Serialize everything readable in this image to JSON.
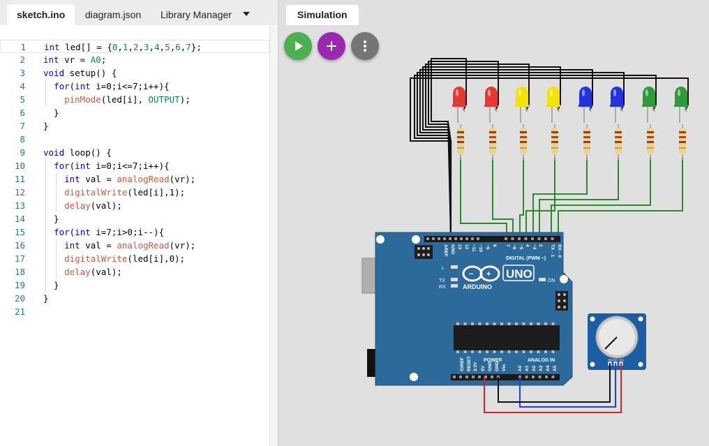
{
  "editor": {
    "tabs": [
      {
        "label": "sketch.ino"
      },
      {
        "label": "diagram.json"
      },
      {
        "label": "Library Manager"
      }
    ],
    "lines": [
      {
        "num": "1",
        "tokens": [
          [
            "kw",
            "int"
          ],
          [
            "",
            "led[] = {"
          ],
          [
            "cn",
            "0"
          ],
          [
            "",
            ","
          ],
          [
            "cn",
            "1"
          ],
          [
            "",
            ","
          ],
          [
            "cn",
            "2"
          ],
          [
            "",
            ","
          ],
          [
            "cn",
            "3"
          ],
          [
            "",
            ","
          ],
          [
            "cn",
            "4"
          ],
          [
            "",
            ","
          ],
          [
            "cn",
            "5"
          ],
          [
            "",
            ","
          ],
          [
            "cn",
            "6"
          ],
          [
            "",
            ","
          ],
          [
            "cn",
            "7"
          ],
          [
            "",
            "};"
          ]
        ]
      },
      {
        "num": "2",
        "tokens": [
          [
            "kw",
            "int"
          ],
          [
            "",
            "vr = "
          ],
          [
            "cn",
            "A0"
          ],
          [
            "",
            ";"
          ]
        ]
      },
      {
        "num": "3",
        "tokens": [
          [
            "kw",
            "void"
          ],
          [
            "",
            " setup() {"
          ]
        ]
      },
      {
        "num": "4",
        "tokens": [
          [
            "",
            "  "
          ],
          [
            "kw",
            "for"
          ],
          [
            "",
            "("
          ],
          [
            "kw",
            "int"
          ],
          [
            "",
            " i=0;i<=7;i++){"
          ]
        ]
      },
      {
        "num": "5",
        "tokens": [
          [
            "",
            "    "
          ],
          [
            "fn",
            "pinMode"
          ],
          [
            "",
            "(led[i], "
          ],
          [
            "cn",
            "OUTPUT"
          ],
          [
            "",
            ");"
          ]
        ]
      },
      {
        "num": "6",
        "tokens": [
          [
            "",
            "  }"
          ]
        ]
      },
      {
        "num": "7",
        "tokens": [
          [
            "",
            "}"
          ]
        ]
      },
      {
        "num": "8",
        "tokens": []
      },
      {
        "num": "9",
        "tokens": [
          [
            "kw",
            "void"
          ],
          [
            "",
            " loop() {"
          ]
        ]
      },
      {
        "num": "10",
        "tokens": [
          [
            "",
            "  "
          ],
          [
            "kw",
            "for"
          ],
          [
            "",
            "("
          ],
          [
            "kw",
            "int"
          ],
          [
            "",
            " i=0;i<=7;i++){"
          ]
        ]
      },
      {
        "num": "11",
        "tokens": [
          [
            "",
            "    "
          ],
          [
            "kw",
            "int"
          ],
          [
            "",
            " val = "
          ],
          [
            "fn",
            "analogRead"
          ],
          [
            "",
            "(vr);"
          ]
        ]
      },
      {
        "num": "12",
        "tokens": [
          [
            "",
            "    "
          ],
          [
            "fn",
            "digitalWrite"
          ],
          [
            "",
            "(led[i],1);"
          ]
        ]
      },
      {
        "num": "13",
        "tokens": [
          [
            "",
            "    "
          ],
          [
            "fn",
            "delay"
          ],
          [
            "",
            "(val);"
          ]
        ]
      },
      {
        "num": "14",
        "tokens": [
          [
            "",
            "  }"
          ]
        ]
      },
      {
        "num": "15",
        "tokens": [
          [
            "",
            "  "
          ],
          [
            "kw",
            "for"
          ],
          [
            "",
            "("
          ],
          [
            "kw",
            "int"
          ],
          [
            "",
            " i=7;i>0;i--){"
          ]
        ]
      },
      {
        "num": "16",
        "tokens": [
          [
            "",
            "    "
          ],
          [
            "kw",
            "int"
          ],
          [
            "",
            " val = "
          ],
          [
            "fn",
            "analogRead"
          ],
          [
            "",
            "(vr);"
          ]
        ]
      },
      {
        "num": "17",
        "tokens": [
          [
            "",
            "    "
          ],
          [
            "fn",
            "digitalWrite"
          ],
          [
            "",
            "(led[i],0);"
          ]
        ]
      },
      {
        "num": "18",
        "tokens": [
          [
            "",
            "    "
          ],
          [
            "fn",
            "delay"
          ],
          [
            "",
            "(val);"
          ]
        ]
      },
      {
        "num": "19",
        "tokens": [
          [
            "",
            "  }"
          ]
        ]
      },
      {
        "num": "20",
        "tokens": [
          [
            "",
            "}"
          ]
        ]
      },
      {
        "num": "21",
        "tokens": []
      }
    ]
  },
  "simulation": {
    "tab_label": "Simulation",
    "buttons": {
      "start": "play-icon",
      "add": "plus-icon",
      "more": "more-vertical-icon"
    },
    "board": {
      "logo_text": "ARDUINO",
      "model": "UNO",
      "digital_label": "DIGITAL (PWM ~)",
      "power_label": "POWER",
      "analog_label": "ANALOG IN",
      "led_labels": {
        "l": "L",
        "tx": "TX",
        "rx": "RX",
        "on": "ON"
      },
      "top_pins": [
        "AREF",
        "GND",
        "13",
        "12",
        "~11",
        "~10",
        "~9",
        "8",
        "7",
        "~6",
        "~5",
        "4",
        "~3",
        "2",
        "TX→1",
        "RX←0"
      ],
      "power_pins": [
        "IOREF",
        "RESET",
        "3.3V",
        "5V",
        "GND",
        "GND",
        "Vin"
      ],
      "analog_pins": [
        "A0",
        "A1",
        "A2",
        "A3",
        "A4",
        "A5"
      ]
    },
    "leds": [
      "red",
      "red",
      "yellow",
      "yellow",
      "blue",
      "blue",
      "green",
      "green"
    ],
    "led_colors": {
      "red": "#e53935",
      "yellow": "#f4e300",
      "blue": "#2233dd",
      "green": "#2e9a3a"
    },
    "potentiometer_pins": [
      "GND",
      "SIG",
      "VCC"
    ],
    "colors": {
      "board": "#2b6a9a",
      "wire_green": "#2a8a2a",
      "wire_black": "#111111",
      "wire_red": "#e02020",
      "wire_blue": "#1f3ff0"
    }
  }
}
